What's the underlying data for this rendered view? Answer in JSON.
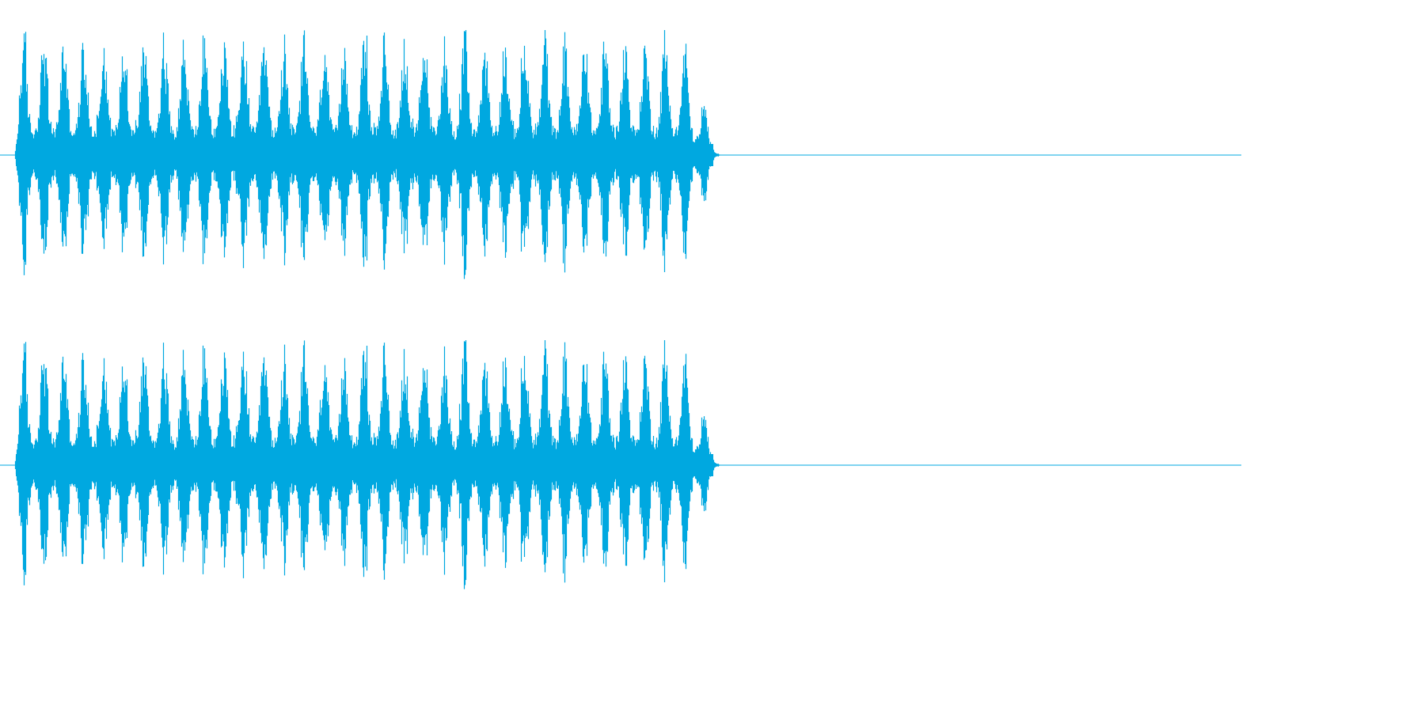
{
  "waveform": {
    "color": "#00a8e0",
    "channels": [
      {
        "id": "channel-1"
      },
      {
        "id": "channel-2"
      }
    ],
    "audio_end_fraction": 0.58,
    "burst_count": 34
  }
}
